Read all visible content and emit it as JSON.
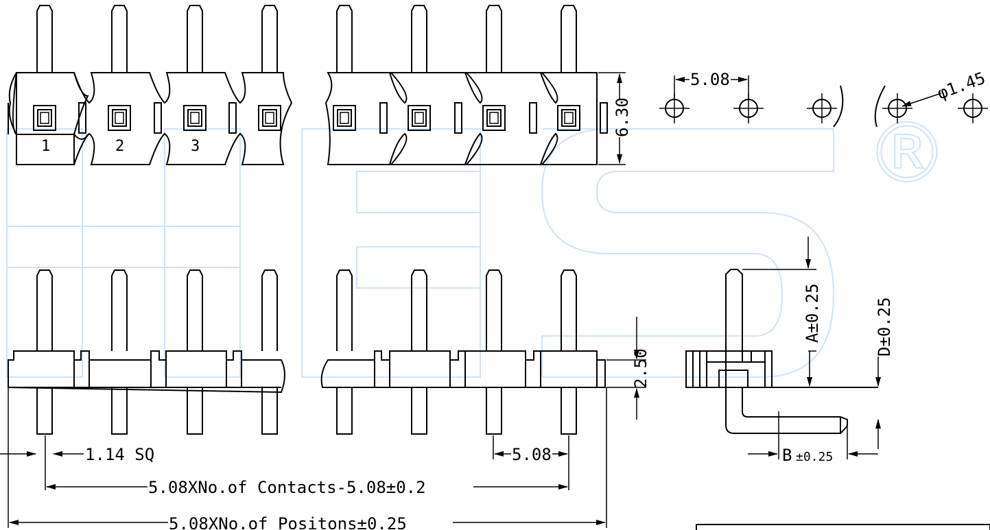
{
  "pin_numbers": [
    "1",
    "2",
    "3"
  ],
  "watermark": {
    "registered_mark": "®"
  },
  "dimensions": {
    "pitch_top": "5.08",
    "hole_diameter": "φ1.45",
    "body_height": "6.30",
    "body_thickness": "2.50",
    "pin_square": "1.14 SQ",
    "pitch_bottom": "5.08",
    "contacts_length": "5.08XNo.of Contacts-5.08±0.2",
    "positions_length": "5.08XNo.of Positons±0.25",
    "dim_a": "A±0.25",
    "dim_d": "D±0.25",
    "dim_b_letter": "B",
    "dim_b_tol": "±0.25"
  }
}
